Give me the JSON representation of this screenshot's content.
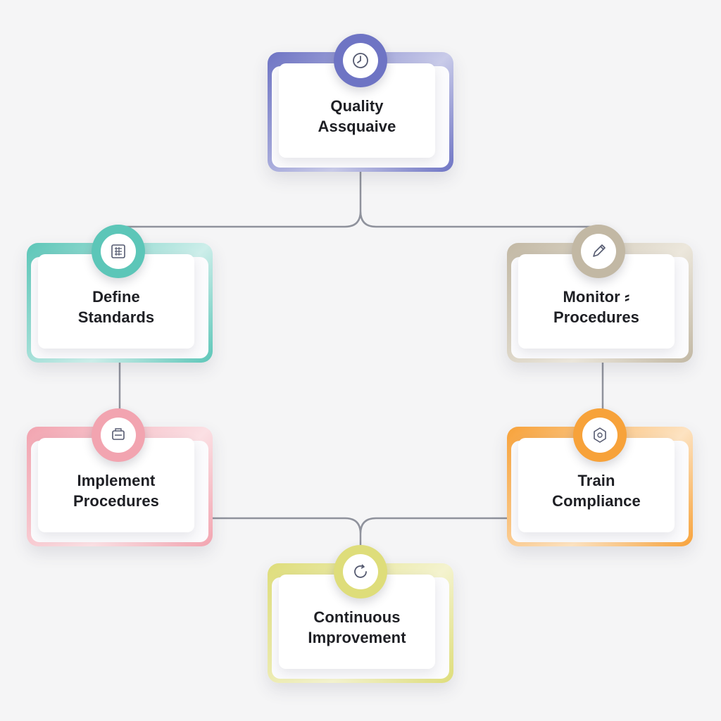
{
  "nodes": {
    "quality": {
      "line1": "Quality",
      "line2": "Assquaive",
      "icon": "clock-icon",
      "color": "#6e74c4"
    },
    "define": {
      "line1": "Define",
      "line2": "Standards",
      "icon": "grid-icon",
      "color": "#5cc6b8"
    },
    "monitor": {
      "line1": "Monitor ⸗",
      "line2": "Procedures",
      "icon": "pencil-icon",
      "color": "#c2b8a4"
    },
    "implement": {
      "line1": "Implement",
      "line2": "Procedures",
      "icon": "tools-icon",
      "color": "#f2a4b0"
    },
    "train": {
      "line1": "Train",
      "line2": "Compliance",
      "icon": "hexagon-icon",
      "color": "#f7a23a"
    },
    "improve": {
      "line1": "Continuous",
      "line2": "Improvement",
      "icon": "cycle-icon",
      "color": "#dedd7a"
    }
  }
}
